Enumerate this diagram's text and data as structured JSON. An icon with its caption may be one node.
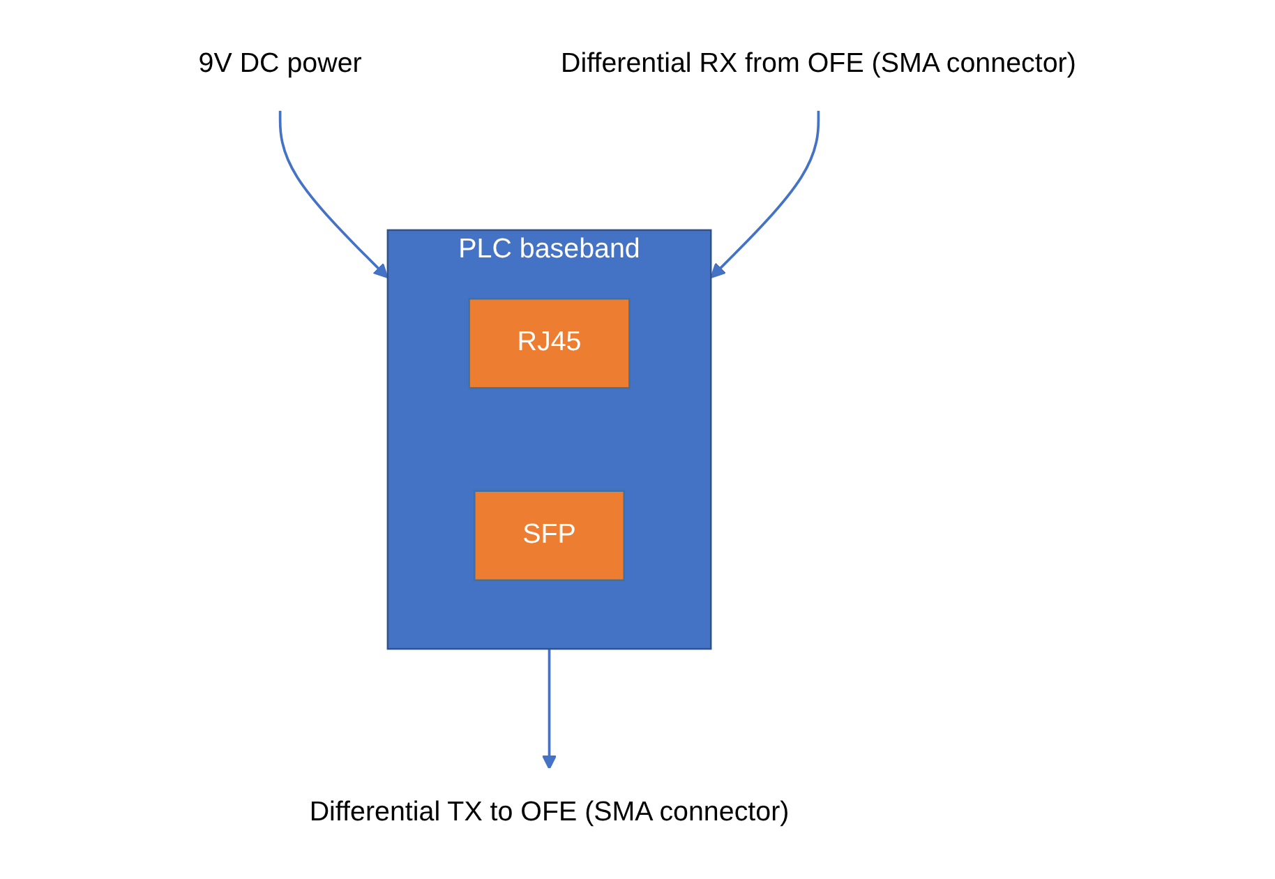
{
  "diagram": {
    "nodes": [
      {
        "text": [
          "PLC baseband"
        ]
      },
      {
        "text": [
          "RJ45"
        ],
        "in": 0
      },
      {
        "text": [
          "SFP"
        ],
        "in": 0
      },
      {
        "text": [
          "9V DC power"
        ]
      },
      {
        "text": [
          "Differential TX to OFE (SMA connector)"
        ]
      },
      {
        "text": [
          "Differential RX from OFE (SMA connector)"
        ]
      }
    ],
    "edges": [
      {
        "from": 3,
        "to": 0,
        "arrow": "to"
      },
      {
        "from": 0,
        "to": 4,
        "arrow": "to"
      },
      {
        "from": 5,
        "to": 0,
        "arrow": "to"
      }
    ]
  }
}
